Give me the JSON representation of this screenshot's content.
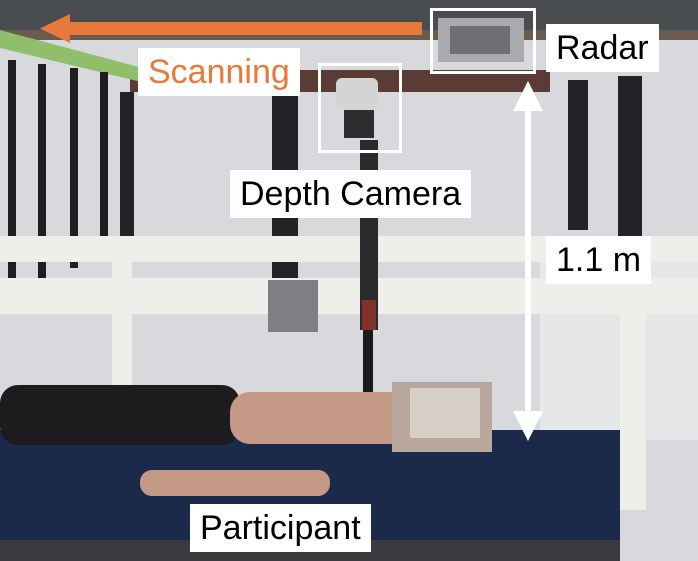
{
  "figure": {
    "labels": {
      "scanning": "Scanning",
      "radar": "Radar",
      "depth_camera": "Depth Camera",
      "distance": "1.1 m",
      "participant": "Participant"
    },
    "colors": {
      "scan_arrow": "#e8793a",
      "label_text": "#000000",
      "label_bg": "#ffffff",
      "highlight_box": "#ffffff",
      "mattress": "#1b2a4a"
    }
  }
}
